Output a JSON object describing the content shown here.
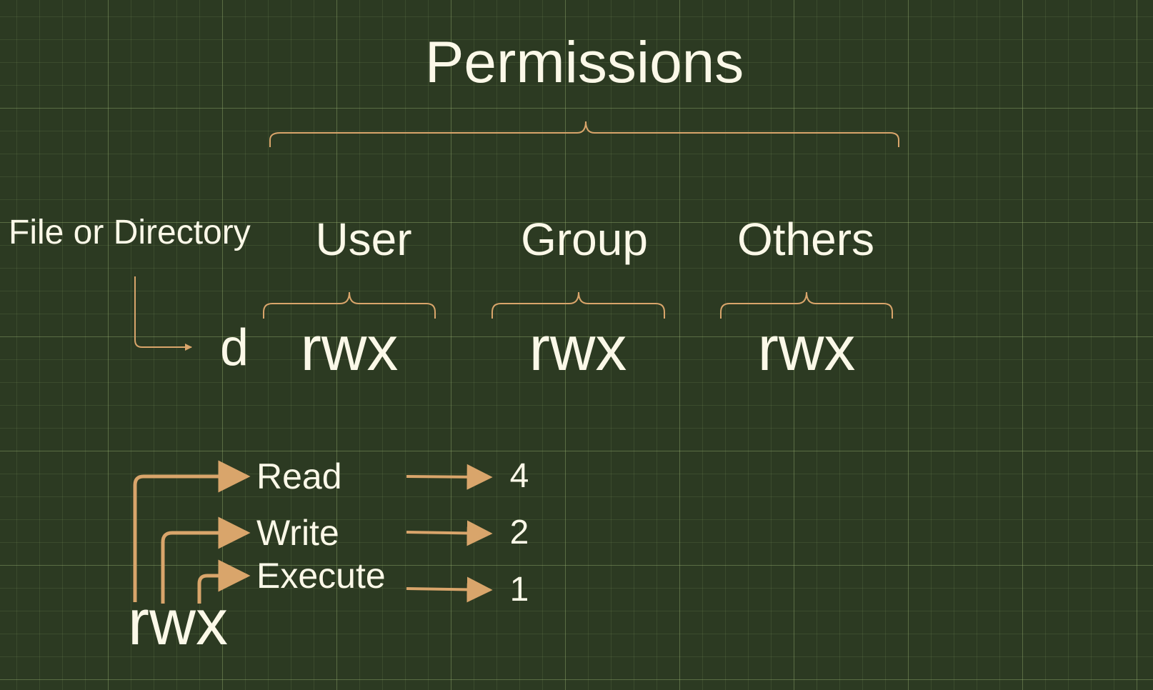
{
  "title": "Permissions",
  "type_label": "File or Directory",
  "type_char": "d",
  "groups": [
    {
      "label": "User",
      "bits": "rwx"
    },
    {
      "label": "Group",
      "bits": "rwx"
    },
    {
      "label": "Others",
      "bits": "rwx"
    }
  ],
  "legend": {
    "bits": "rwx",
    "rows": [
      {
        "name": "Read",
        "value": "4"
      },
      {
        "name": "Write",
        "value": "2"
      },
      {
        "name": "Execute",
        "value": "1"
      }
    ]
  },
  "colors": {
    "background": "#2c3a22",
    "text": "#fbf8e8",
    "accent": "#d9a56b"
  }
}
